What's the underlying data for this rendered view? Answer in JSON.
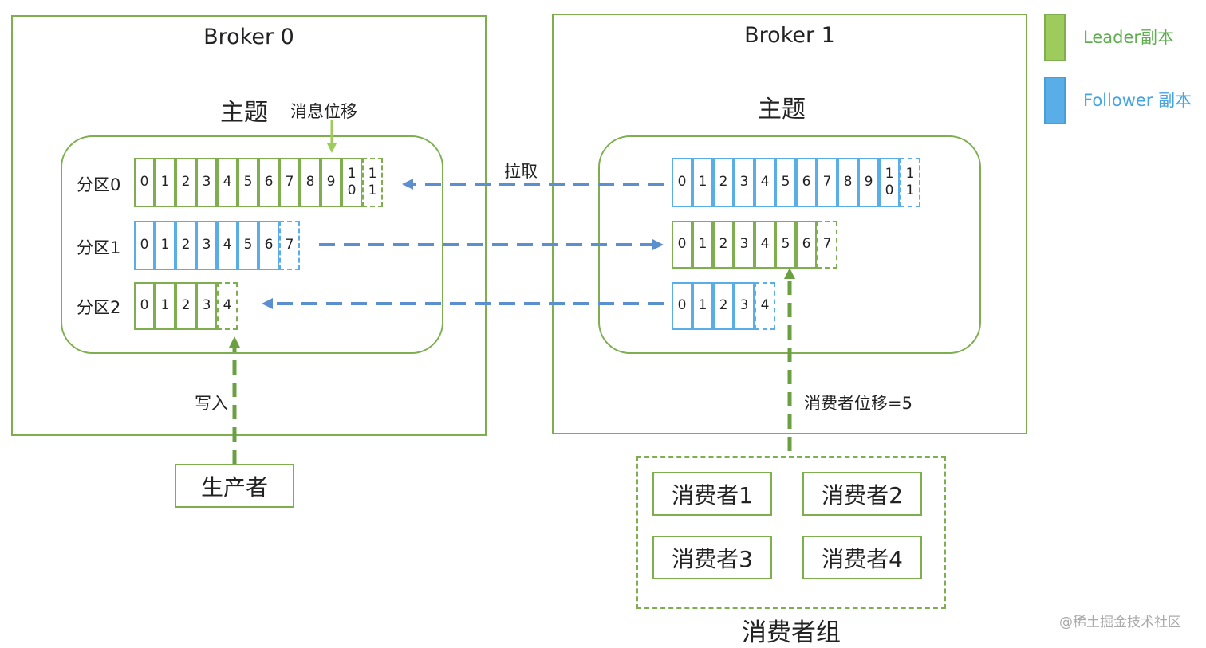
{
  "colors": {
    "leader_green": "#7fae50",
    "follower_blue": "#5aaee8",
    "arrow_blue": "#5b8fd0",
    "legend_leader_text": "#5fae4f",
    "legend_follower_text": "#45a5e0"
  },
  "broker0": {
    "title": "Broker 0",
    "topic": "主题",
    "offset_label": "消息位移",
    "partitions": [
      {
        "label": "分区0",
        "cells": [
          "0",
          "1",
          "2",
          "3",
          "4",
          "5",
          "6",
          "7",
          "8",
          "9",
          "1\n0",
          "1\n1"
        ],
        "pending": 1,
        "color": "green"
      },
      {
        "label": "分区1",
        "cells": [
          "0",
          "1",
          "2",
          "3",
          "4",
          "5",
          "6",
          "7"
        ],
        "pending": 1,
        "color": "blue"
      },
      {
        "label": "分区2",
        "cells": [
          "0",
          "1",
          "2",
          "3",
          "4"
        ],
        "pending": 1,
        "color": "green"
      }
    ]
  },
  "broker1": {
    "title": "Broker 1",
    "topic": "主题",
    "partitions": [
      {
        "cells": [
          "0",
          "1",
          "2",
          "3",
          "4",
          "5",
          "6",
          "7",
          "8",
          "9",
          "1\n0",
          "1\n1"
        ],
        "pending": 1,
        "color": "blue"
      },
      {
        "cells": [
          "0",
          "1",
          "2",
          "3",
          "4",
          "5",
          "6",
          "7"
        ],
        "pending": 1,
        "color": "green"
      },
      {
        "cells": [
          "0",
          "1",
          "2",
          "3",
          "4"
        ],
        "pending": 1,
        "color": "blue"
      }
    ]
  },
  "pull_label": "拉取",
  "write_label": "写入",
  "producer_label": "生产者",
  "consumer_offset_label": "消费者位移=5",
  "consumers": [
    "消费者1",
    "消费者2",
    "消费者3",
    "消费者4"
  ],
  "consumer_group_label": "消费者组",
  "legend": {
    "leader": "Leader副本",
    "follower": "Follower 副本"
  },
  "watermark": "@稀土掘金技术社区"
}
